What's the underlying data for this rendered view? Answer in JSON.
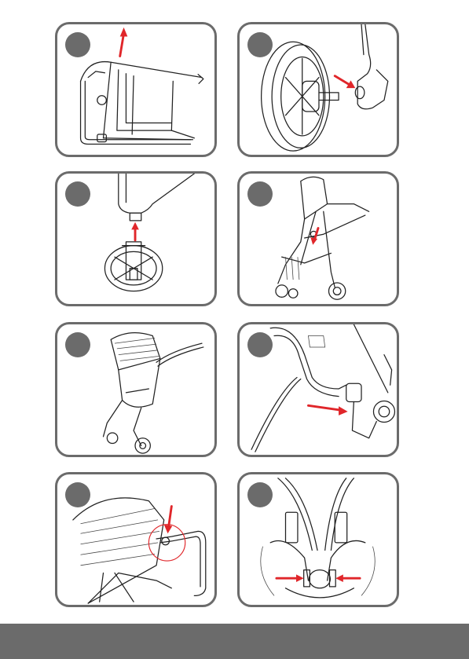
{
  "document": {
    "panel_border_color": "#6b6b6b",
    "badge_color": "#6b6b6b",
    "arrow_color": "#e0262a",
    "footer_color": "#6b6b6b",
    "panels": [
      {
        "id": 1,
        "illustration": "folded-stroller-frame",
        "arrows": 1
      },
      {
        "id": 2,
        "illustration": "rear-wheel-attach",
        "arrows": 1
      },
      {
        "id": 3,
        "illustration": "front-wheel-attach",
        "arrows": 1
      },
      {
        "id": 4,
        "illustration": "unfolded-stroller-frame",
        "arrows": 1
      },
      {
        "id": 5,
        "illustration": "stroller-with-seat",
        "arrows": 0
      },
      {
        "id": 6,
        "illustration": "bumper-bar-attach",
        "arrows": 1
      },
      {
        "id": 7,
        "illustration": "bumper-bar-release-detail",
        "arrows": 1
      },
      {
        "id": 8,
        "illustration": "harness-buckle",
        "arrows": 2
      }
    ]
  }
}
